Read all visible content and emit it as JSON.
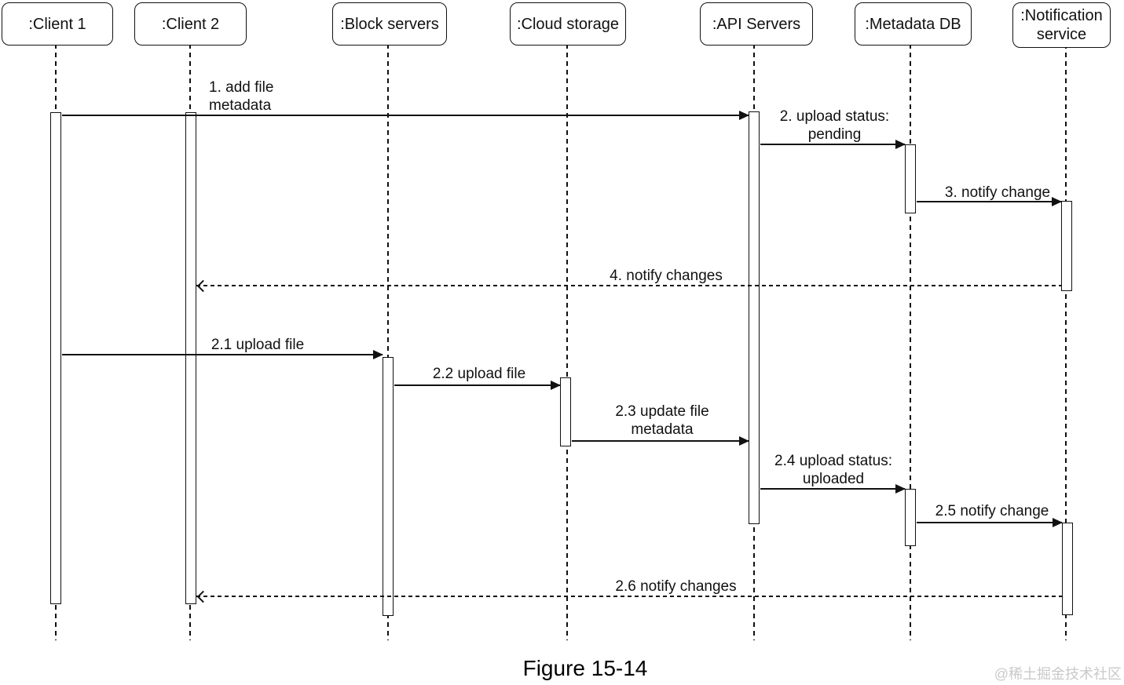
{
  "diagram": {
    "caption": "Figure 15-14",
    "watermark": "@稀土掘金技术社区",
    "colors": {
      "line": "#111111",
      "background": "#ffffff",
      "watermark": "#c9c9c9"
    }
  },
  "actors": [
    {
      "label": ":Client 1"
    },
    {
      "label": ":Client 2"
    },
    {
      "label": ":Block servers"
    },
    {
      "label": ":Cloud storage"
    },
    {
      "label": ":API Servers"
    },
    {
      "label": ":Metadata DB"
    },
    {
      "label": ":Notification\nservice"
    }
  ],
  "messages": [
    {
      "id": "1",
      "label": "1. add file\nmetadata",
      "from": ":Client 1",
      "to": ":API Servers",
      "style": "solid"
    },
    {
      "id": "2",
      "label": "2. upload status:\npending",
      "from": ":API Servers",
      "to": ":Metadata DB",
      "style": "solid"
    },
    {
      "id": "3",
      "label": "3. notify change",
      "from": ":Metadata DB",
      "to": ":Notification service",
      "style": "solid"
    },
    {
      "id": "4",
      "label": "4. notify changes",
      "from": ":Notification service",
      "to": ":Client 2",
      "style": "dashed"
    },
    {
      "id": "2.1",
      "label": "2.1 upload file",
      "from": ":Client 1",
      "to": ":Block servers",
      "style": "solid"
    },
    {
      "id": "2.2",
      "label": "2.2 upload file",
      "from": ":Block servers",
      "to": ":Cloud storage",
      "style": "solid"
    },
    {
      "id": "2.3",
      "label": "2.3 update file\nmetadata",
      "from": ":Cloud storage",
      "to": ":API Servers",
      "style": "solid"
    },
    {
      "id": "2.4",
      "label": "2.4 upload status:\nuploaded",
      "from": ":API Servers",
      "to": ":Metadata DB",
      "style": "solid"
    },
    {
      "id": "2.5",
      "label": "2.5 notify change",
      "from": ":Metadata DB",
      "to": ":Notification service",
      "style": "solid"
    },
    {
      "id": "2.6",
      "label": "2.6 notify changes",
      "from": ":Notification service",
      "to": ":Client 2",
      "style": "dashed"
    }
  ]
}
